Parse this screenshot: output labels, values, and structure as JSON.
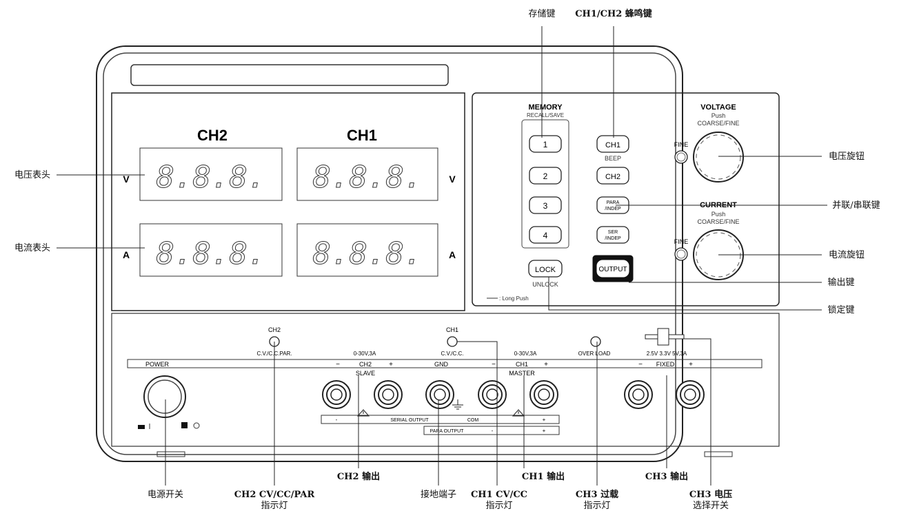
{
  "display": {
    "ch2_title": "CH2",
    "ch1_title": "CH1",
    "v_unit": "V",
    "a_unit": "A",
    "digits": "8.8.8."
  },
  "memory": {
    "title": "MEMORY",
    "subtitle": "RECALL/SAVE",
    "keys": [
      "1",
      "2",
      "3",
      "4"
    ]
  },
  "buttons": {
    "ch1": "CH1",
    "beep": "BEEP",
    "ch2": "CH2",
    "para_top": "PARA",
    "para_bottom": "/INDEP",
    "ser_top": "SER",
    "ser_bottom": "/INDEP",
    "output": "OUTPUT",
    "lock": "LOCK",
    "unlock": "UNLOCK",
    "long_push": ": Long Push"
  },
  "knobs": {
    "voltage_title": "VOLTAGE",
    "voltage_push": "Push",
    "voltage_mode": "COARSE/FINE",
    "current_title": "CURRENT",
    "current_push": "Push",
    "current_mode": "COARSE/FINE",
    "fine1": "FINE",
    "fine2": "FINE"
  },
  "bottom_panel": {
    "power": "POWER",
    "ch2_led": "CH2",
    "ch2_led_sub": "C.V./C.C.PAR.",
    "ch1_led": "CH1",
    "ch1_led_sub": "C.V./C.C.",
    "ch2_rating": "0-30V,3A",
    "ch1_rating": "0-30V,3A",
    "overload": "OVER LOAD",
    "fixed_volts": "2.5V   3.3V   5V,3A",
    "minus": "−",
    "plus": "+",
    "ch2_label": "CH2",
    "gnd_label": "GND",
    "ch1_label": "CH1",
    "fixed_label": "FIXED",
    "slave": "SLAVE",
    "master": "MASTER",
    "serial_minus": "-",
    "serial_output": "SERIAL OUTPUT",
    "com": "COM",
    "serial_plus": "+",
    "para_output": "PARA OUTPUT",
    "para_minus": "-",
    "para_plus": "+"
  },
  "callouts": {
    "memory_key": "存储键",
    "beep_key": "CH1/CH2 蜂鸣键",
    "voltage_meter": "电压表头",
    "current_meter": "电流表头",
    "voltage_knob": "电压旋钮",
    "para_ser_key": "并联/串联键",
    "current_knob": "电流旋钮",
    "output_key": "输出键",
    "lock_key": "锁定键",
    "power_switch": "电源开关",
    "ch2_ind_1": "CH2 CV/CC/PAR",
    "ch2_ind_2": "指示灯",
    "ch2_out": "CH2 输出",
    "gnd_terminal": "接地端子",
    "ch1_ind_1": "CH1 CV/CC",
    "ch1_ind_2": "指示灯",
    "ch1_out": "CH1 输出",
    "ch3_ol_1": "CH3 过载",
    "ch3_ol_2": "指示灯",
    "ch3_out": "CH3 输出",
    "ch3_sel_1": "CH3 电压",
    "ch3_sel_2": "选择开关"
  }
}
